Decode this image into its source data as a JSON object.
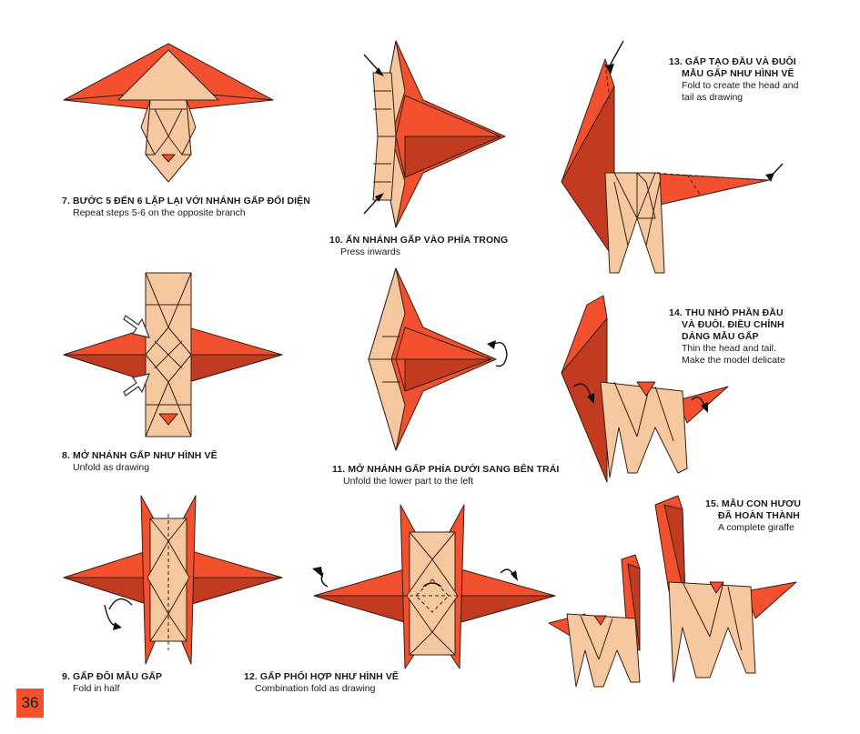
{
  "page_number": "36",
  "steps": [
    {
      "vi": "7. BƯỚC 5 ĐẾN 6 LẶP LẠI VỚI NHÁNH GẤP ĐỐI DIỆN",
      "en": "Repeat steps 5-6 on the opposite branch"
    },
    {
      "vi": "8. MỞ NHÁNH GẤP NHƯ HÌNH VẼ",
      "en": "Unfold as drawing"
    },
    {
      "vi": "9. GẤP ĐÔI MẪU GẤP",
      "en": "Fold in half"
    },
    {
      "vi": "10. ẤN NHÁNH GẤP VÀO PHÍA TRONG",
      "en": "Press inwards"
    },
    {
      "vi": "11. MỞ NHÁNH GẤP PHÍA DƯỚI SANG BÊN TRÁI",
      "en": "Unfold the lower part to the left"
    },
    {
      "vi": "12. GẤP PHỐI HỢP NHƯ HÌNH VẼ",
      "en": "Combination fold as drawing"
    },
    {
      "vi1": "13. GẤP TẠO ĐẦU VÀ ĐUÔI",
      "vi2": "MẪU GẤP NHƯ HÌNH VẼ",
      "en1": "Fold to create the head and",
      "en2": "tail as drawing"
    },
    {
      "vi1": "14. THU NHỎ PHẦN ĐẦU",
      "vi2": "VÀ ĐUÔI. ĐIỀU CHỈNH",
      "vi3": "DÁNG MẪU GẤP",
      "en1": "Thin the head and tail.",
      "en2": "Make the model delicate"
    },
    {
      "vi1": "15. MẪU CON HƯƠU",
      "vi2": "ĐÃ HOÀN THÀNH",
      "en1": "A complete giraffe"
    }
  ],
  "colors": {
    "orange": "#f2502e",
    "peach": "#f6c8a0",
    "outline": "#3a1f14",
    "badge": "#f2502e"
  }
}
